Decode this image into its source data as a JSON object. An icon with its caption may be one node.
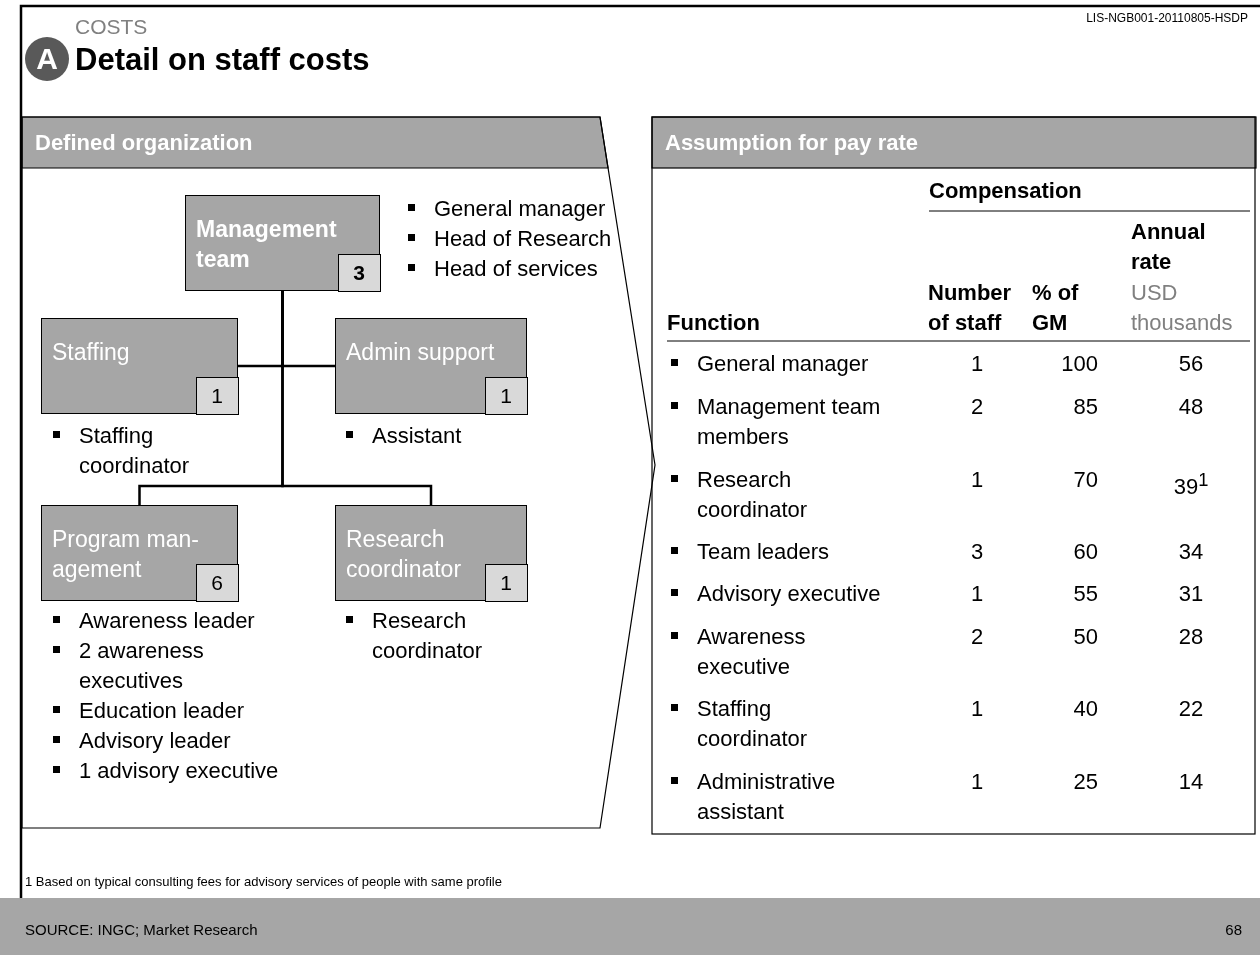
{
  "diagram": {
    "title": "Detail on staff costs",
    "nodes": [
      {
        "text": [
          "Defined organization"
        ]
      },
      {
        "text": [
          "Management team",
          "3"
        ],
        "in": 0,
        "beside": [
          "General manager",
          "Head of Research",
          "Head of services"
        ]
      },
      {
        "text": [
          "Staffing",
          "1"
        ],
        "in": 0,
        "beside": [
          "Staffing coordinator"
        ]
      },
      {
        "text": [
          "Admin support",
          "1"
        ],
        "in": 0,
        "beside": [
          "Assistant"
        ]
      },
      {
        "text": [
          "Program man-agement",
          "6"
        ],
        "in": 0,
        "beside": [
          "Awareness leader",
          "2 awareness executives",
          "Education leader",
          "Advisory leader",
          "1 advisory executive"
        ]
      },
      {
        "text": [
          "Research coordinator",
          "1"
        ],
        "in": 0,
        "beside": [
          "Research coordinator"
        ]
      },
      {
        "text": [
          "Assumption for pay rate"
        ]
      }
    ],
    "edges": [
      {
        "from": 1,
        "to": 2,
        "arrow": "none"
      },
      {
        "from": 1,
        "to": 3,
        "arrow": "none"
      },
      {
        "from": 1,
        "to": 4,
        "arrow": "none"
      },
      {
        "from": 1,
        "to": 5,
        "arrow": "none"
      }
    ],
    "labels": [
      "COSTS",
      "A",
      "LIS-NGB001-20110805-HSDP",
      "Compensation",
      "Function",
      "Number of staff",
      "% of GM",
      "Annual rate",
      "USD thousands",
      "General manager",
      "1",
      "100",
      "56",
      "Management team members",
      "2",
      "85",
      "48",
      "Research coordinator",
      "1",
      "70",
      "39$^{1}$",
      "Team leaders",
      "3",
      "60",
      "34",
      "Advisory executive",
      "1",
      "55",
      "31",
      "Awareness executive",
      "2",
      "50",
      "28",
      "Staffing coordinator",
      "1",
      "40",
      "22",
      "Administrative assistant",
      "1",
      "25",
      "14",
      "1 Based on typical consulting fees for advisory services of people with same profile",
      "SOURCE: INGC; Market Research",
      "68"
    ]
  }
}
